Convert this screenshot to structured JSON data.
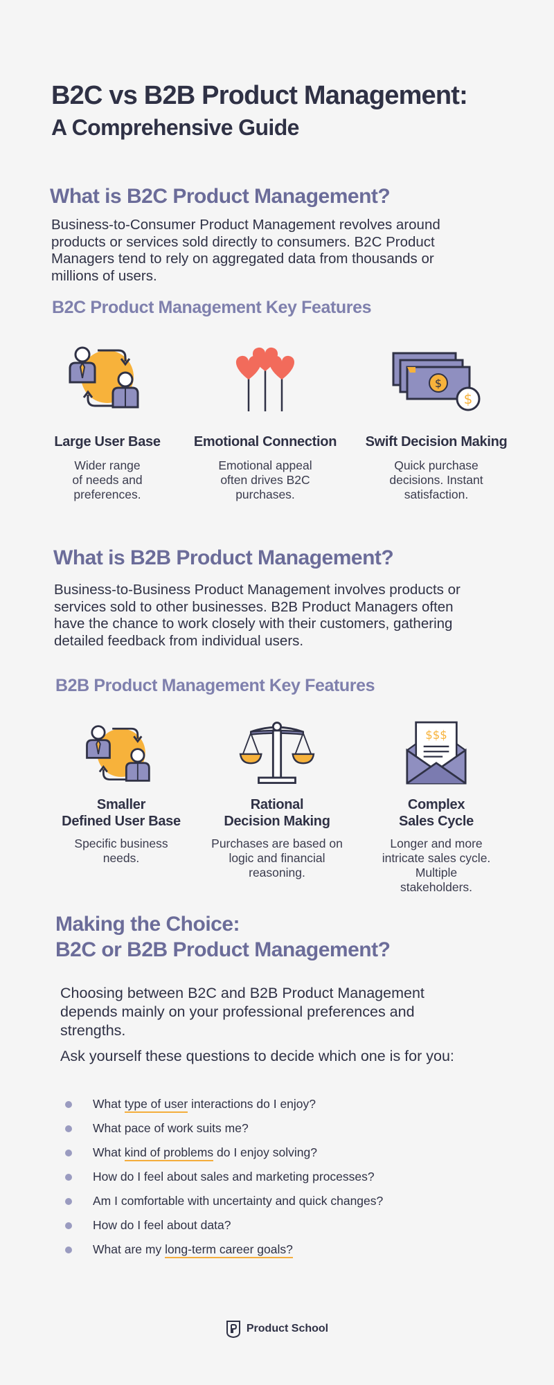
{
  "header": {
    "title_line1": "B2C vs B2B Product Management:",
    "title_line2": "A Comprehensive Guide"
  },
  "b2c": {
    "heading": "What is B2C Product Management?",
    "description_lines": [
      "Business-to-Consumer Product Management revolves around",
      "products or services sold directly to consumers. B2C Product",
      "Managers tend to rely on aggregated data from thousands or",
      "millions of users."
    ],
    "features_heading": "B2C Product Management Key Features",
    "features": [
      {
        "title_lines": [
          "Large User Base"
        ],
        "desc_lines": [
          "Wider range",
          "of needs and",
          "preferences."
        ],
        "icon": "users-exchange-icon"
      },
      {
        "title_lines": [
          "Emotional Connection"
        ],
        "desc_lines": [
          "Emotional appeal",
          "often drives B2C",
          "purchases."
        ],
        "icon": "heart-balloons-icon"
      },
      {
        "title_lines": [
          "Swift Decision Making"
        ],
        "desc_lines": [
          "Quick purchase",
          "decisions. Instant",
          "satisfaction."
        ],
        "icon": "money-bills-icon"
      }
    ]
  },
  "b2b": {
    "heading": "What is B2B Product Management?",
    "description_lines": [
      "Business-to-Business Product Management involves products or",
      "services sold to other businesses. B2B Product Managers often",
      "have the chance to work closely with their customers, gathering",
      "detailed feedback from individual users."
    ],
    "features_heading": "B2B Product Management Key Features",
    "features": [
      {
        "title_lines": [
          "Smaller",
          "Defined User Base"
        ],
        "desc_lines": [
          "Specific business",
          "needs."
        ],
        "icon": "users-exchange-icon"
      },
      {
        "title_lines": [
          "Rational",
          "Decision Making"
        ],
        "desc_lines": [
          "Purchases are based on",
          "logic and financial",
          "reasoning."
        ],
        "icon": "balance-scale-icon"
      },
      {
        "title_lines": [
          "Complex",
          "Sales Cycle"
        ],
        "desc_lines": [
          "Longer and more",
          "intricate sales cycle.",
          "Multiple",
          "stakeholders."
        ],
        "icon": "envelope-invoice-icon"
      }
    ]
  },
  "choice": {
    "heading_line1": "Making the Choice:",
    "heading_line2": "B2C or B2B Product Management?",
    "paragraph_lines": [
      "Choosing between B2C and B2B Product Management",
      "depends mainly on your professional preferences and",
      "strengths."
    ],
    "ask": "Ask yourself these questions to decide which one is for you:",
    "questions": [
      {
        "pre": "What ",
        "hl": "type of user",
        "post": " interactions do I enjoy?"
      },
      {
        "pre": "What pace of work suits me?",
        "hl": "",
        "post": ""
      },
      {
        "pre": "What ",
        "hl": "kind of problems",
        "post": " do I enjoy solving?"
      },
      {
        "pre": "How do I feel about sales and marketing processes?",
        "hl": "",
        "post": ""
      },
      {
        "pre": "Am I comfortable with uncertainty and quick changes?",
        "hl": "",
        "post": ""
      },
      {
        "pre": "How do I feel about data?",
        "hl": "",
        "post": ""
      },
      {
        "pre": "What are my ",
        "hl": "long-term career goals?",
        "post": ""
      }
    ]
  },
  "footer": {
    "brand": "Product School",
    "icon": "product-school-logo-icon"
  },
  "colors": {
    "heading": "#6b6c99",
    "subheading": "#7f80ad",
    "accent": "#f4ad3c",
    "icon_purple": "#8f8fc0",
    "heart": "#f26b5b",
    "text": "#2f3145"
  }
}
